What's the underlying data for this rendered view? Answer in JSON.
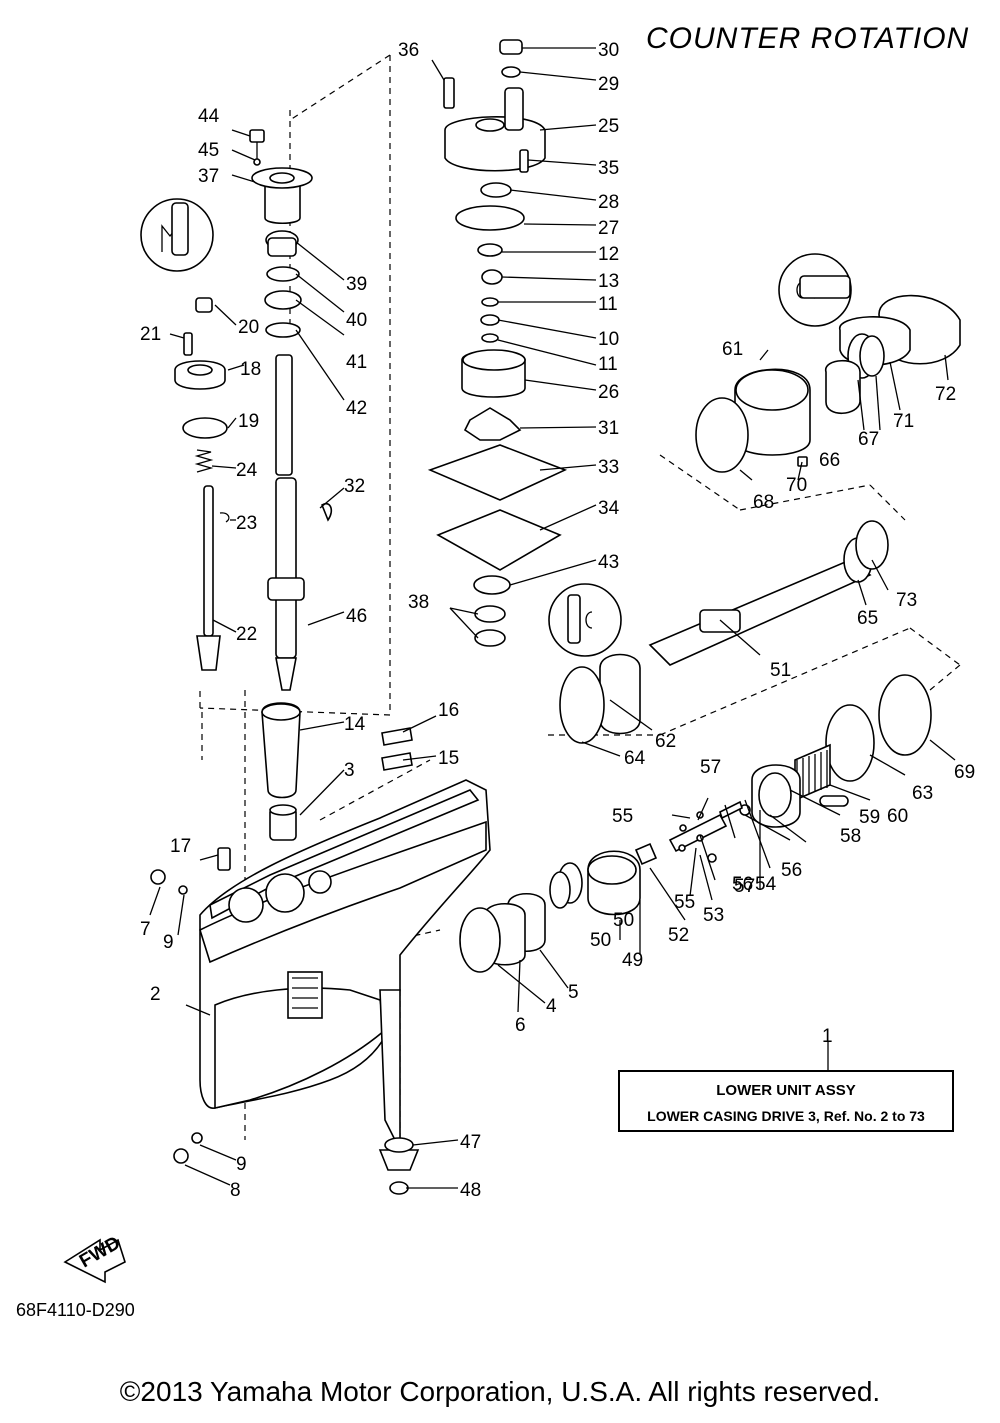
{
  "header": {
    "title": "COUNTER ROTATION"
  },
  "assembly": {
    "ref_number": "1",
    "name": "LOWER UNIT ASSY",
    "description": "LOWER CASING DRIVE 3, Ref. No. 2 to 73"
  },
  "fwd_label": "FWD",
  "diagram_code": "68F4110-D290",
  "footer": {
    "copyright": "©2013 Yamaha Motor Corporation, U.S.A. All rights reserved."
  },
  "callouts": [
    "2",
    "3",
    "4",
    "5",
    "6",
    "7",
    "8",
    "9",
    "9",
    "10",
    "11",
    "11",
    "12",
    "13",
    "14",
    "15",
    "16",
    "17",
    "18",
    "19",
    "20",
    "21",
    "22",
    "23",
    "24",
    "25",
    "26",
    "27",
    "28",
    "29",
    "30",
    "31",
    "32",
    "33",
    "34",
    "35",
    "36",
    "37",
    "38",
    "39",
    "40",
    "41",
    "42",
    "43",
    "44",
    "45",
    "46",
    "47",
    "48",
    "49",
    "50",
    "50",
    "51",
    "52",
    "53",
    "54",
    "55",
    "55",
    "56",
    "56",
    "57",
    "57",
    "58",
    "59",
    "60",
    "61",
    "62",
    "63",
    "64",
    "65",
    "66",
    "67",
    "68",
    "69",
    "70",
    "71",
    "72",
    "73"
  ],
  "icon_names": [
    "grease-symbol-icon",
    "grease-symbol-icon",
    "grease-symbol-icon",
    "fwd-arrow-icon"
  ]
}
